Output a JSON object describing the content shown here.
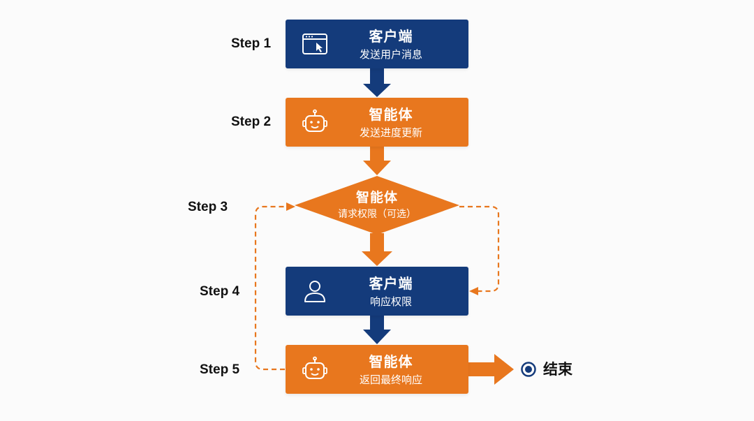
{
  "colors": {
    "client": "#143b7b",
    "agent": "#e8771e",
    "text": "#111111"
  },
  "steps": [
    {
      "label": "Step 1",
      "actor": "客户端",
      "action": "发送用户消息",
      "icon": "browser-window-cursor-icon"
    },
    {
      "label": "Step 2",
      "actor": "智能体",
      "action": "发送进度更新",
      "icon": "robot-icon"
    },
    {
      "label": "Step 3",
      "actor": "智能体",
      "action": "请求权限（可选）",
      "icon": ""
    },
    {
      "label": "Step 4",
      "actor": "客户端",
      "action": "响应权限",
      "icon": "user-icon"
    },
    {
      "label": "Step 5",
      "actor": "智能体",
      "action": "返回最终响应",
      "icon": "robot-icon"
    }
  ],
  "end": {
    "label": "结束",
    "icon": "end-target-icon"
  }
}
